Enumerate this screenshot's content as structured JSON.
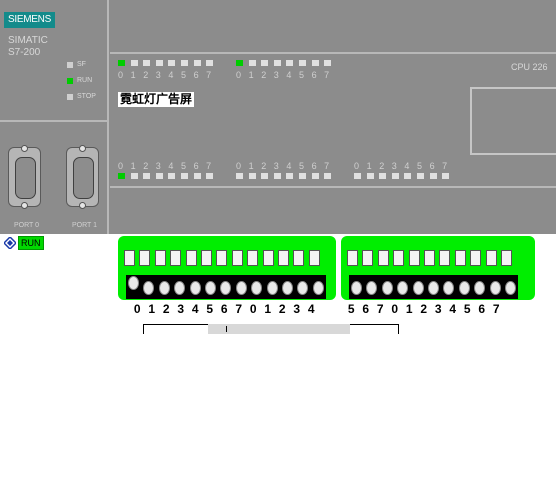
{
  "plc": {
    "brand": "SIEMENS",
    "series": "SIMATIC",
    "model": "S7-200",
    "cpu": "CPU 226",
    "status_leds": [
      {
        "label": "SF",
        "on": false
      },
      {
        "label": "RUN",
        "on": true
      },
      {
        "label": "STOP",
        "on": false
      }
    ],
    "ports": [
      "PORT 0",
      "PORT 1"
    ],
    "program_title": "霓虹灯广告屏"
  },
  "outputs": [
    {
      "digits": [
        "0",
        "1",
        "2",
        "3",
        "4",
        "5",
        "6",
        "7"
      ],
      "leds": [
        true,
        false,
        false,
        false,
        false,
        false,
        false,
        false
      ]
    },
    {
      "digits": [
        "0",
        "1",
        "2",
        "3",
        "4",
        "5",
        "6",
        "7"
      ],
      "leds": [
        true,
        false,
        false,
        false,
        false,
        false,
        false,
        false
      ]
    }
  ],
  "inputs": [
    {
      "digits": [
        "0",
        "1",
        "2",
        "3",
        "4",
        "5",
        "6",
        "7"
      ],
      "leds": [
        true,
        false,
        false,
        false,
        false,
        false,
        false,
        false
      ]
    },
    {
      "digits": [
        "0",
        "1",
        "2",
        "3",
        "4",
        "5",
        "6",
        "7"
      ],
      "leds": [
        false,
        false,
        false,
        false,
        false,
        false,
        false,
        false
      ]
    },
    {
      "digits": [
        "0",
        "1",
        "2",
        "3",
        "4",
        "5",
        "6",
        "7"
      ],
      "leds": [
        false,
        false,
        false,
        false,
        false,
        false,
        false,
        false
      ]
    }
  ],
  "status": {
    "mode": "RUN"
  },
  "switches": {
    "left_labels": [
      "0",
      "1",
      "2",
      "3",
      "4",
      "5",
      "6",
      "7",
      "0",
      "1",
      "2",
      "3",
      "4"
    ],
    "right_labels": [
      "5",
      "6",
      "7",
      "0",
      "1",
      "2",
      "3",
      "4",
      "5",
      "6",
      "7"
    ],
    "left_states": [
      true,
      false,
      false,
      false,
      false,
      false,
      false,
      false,
      false,
      false,
      false,
      false,
      false
    ],
    "right_states": [
      false,
      false,
      false,
      false,
      false,
      false,
      false,
      false,
      false,
      false,
      false
    ]
  },
  "colors": {
    "led_on": "#00cc00",
    "switch_green": "#00ee00",
    "brand_teal": "#138b8b"
  }
}
